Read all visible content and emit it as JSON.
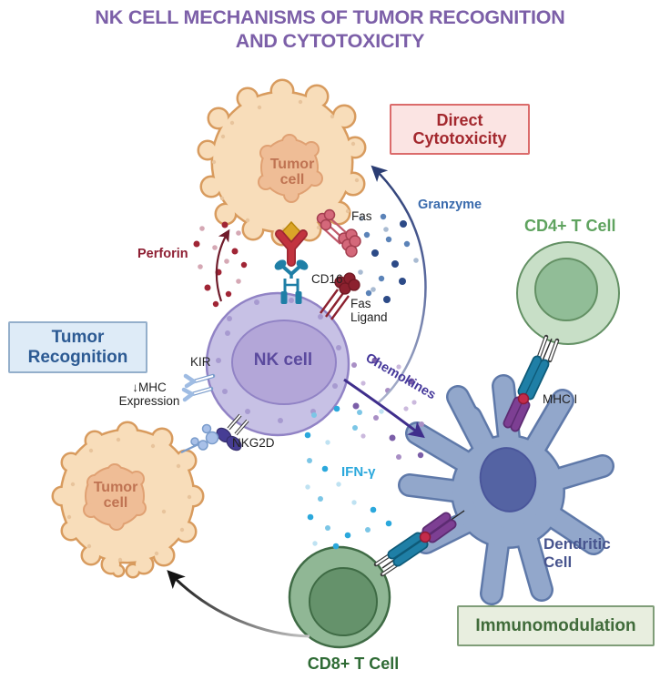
{
  "title": {
    "line1": "NK CELL MECHANISMS OF TUMOR RECOGNITION",
    "line2": "AND CYTOTOXICITY",
    "color": "#7C5FA8"
  },
  "section_boxes": {
    "direct_cytotoxicity": {
      "label": "Direct Cytotoxicity",
      "text_color": "#A3282E",
      "bg": "#FBE4E3",
      "border": "#DB6B6B"
    },
    "tumor_recognition": {
      "label": "Tumor Recognition",
      "text_color": "#2C5A93",
      "bg": "#DEEBF7",
      "border": "#94AFCB"
    },
    "immunomodulation": {
      "label": "Immunomodulation",
      "text_color": "#406B3A",
      "bg": "#E8EEDF",
      "border": "#7F9D78"
    }
  },
  "cells": {
    "tumor_cell_top": {
      "label": "Tumor cell",
      "body_color": "#F8DDBA",
      "nucleus_color": "#EFBD96",
      "label_color": "#BF7352"
    },
    "tumor_cell_bottom": {
      "label": "Tumor cell",
      "body_color": "#F8DDBA",
      "nucleus_color": "#EFBD96",
      "label_color": "#BF7352"
    },
    "nk_cell": {
      "label": "NK cell",
      "body_color": "#C7C1E5",
      "nucleus_color": "#B3A6D8",
      "label_color": "#5B4A9E"
    },
    "cd4_t_cell": {
      "label": "CD4+ T Cell",
      "body_color": "#C8DFC7",
      "nucleus_color": "#91BD97",
      "label_color": "#5FA35F"
    },
    "cd8_t_cell": {
      "label": "CD8+ T Cell",
      "body_color": "#90B795",
      "nucleus_color": "#65926B",
      "label_color": "#2F6B35"
    },
    "dendritic_cell": {
      "label": "Dendritic Cell",
      "body_color": "#92A7CB",
      "nucleus_color": "#5463A3",
      "label_color": "#47548E"
    }
  },
  "molecules": {
    "granzyme": {
      "label": "Granzyme",
      "color": "#3A6BAD"
    },
    "perforin": {
      "label": "Perforin",
      "color": "#8E1F33"
    },
    "chemokines": {
      "label": "Chemokines",
      "color": "#46399B"
    },
    "ifn_gamma": {
      "label": "IFN-γ",
      "color": "#2BA8DC"
    }
  },
  "receptors_ligands": {
    "cd16": "CD16",
    "fas": "Fas",
    "fas_ligand": "Fas Ligand",
    "kir": "KIR",
    "nkg2d": "NKG2D",
    "mhc_i": "MHC I",
    "mhc_expression": "↓MHC\nExpression"
  },
  "arrows": {
    "granzyme_release": {
      "from": "NK cell",
      "to": "Tumor cell",
      "color": "#2B3D73"
    },
    "perforin_release": {
      "from": "NK cell",
      "to": "Tumor cell",
      "color": "#701C2B"
    },
    "chemokine_signal": {
      "from": "NK cell",
      "to": "Dendritic Cell",
      "color": "#3F2E8C"
    },
    "cd8_attack": {
      "from": "CD8+ T Cell",
      "to": "Tumor cell",
      "color": "#141414"
    }
  }
}
